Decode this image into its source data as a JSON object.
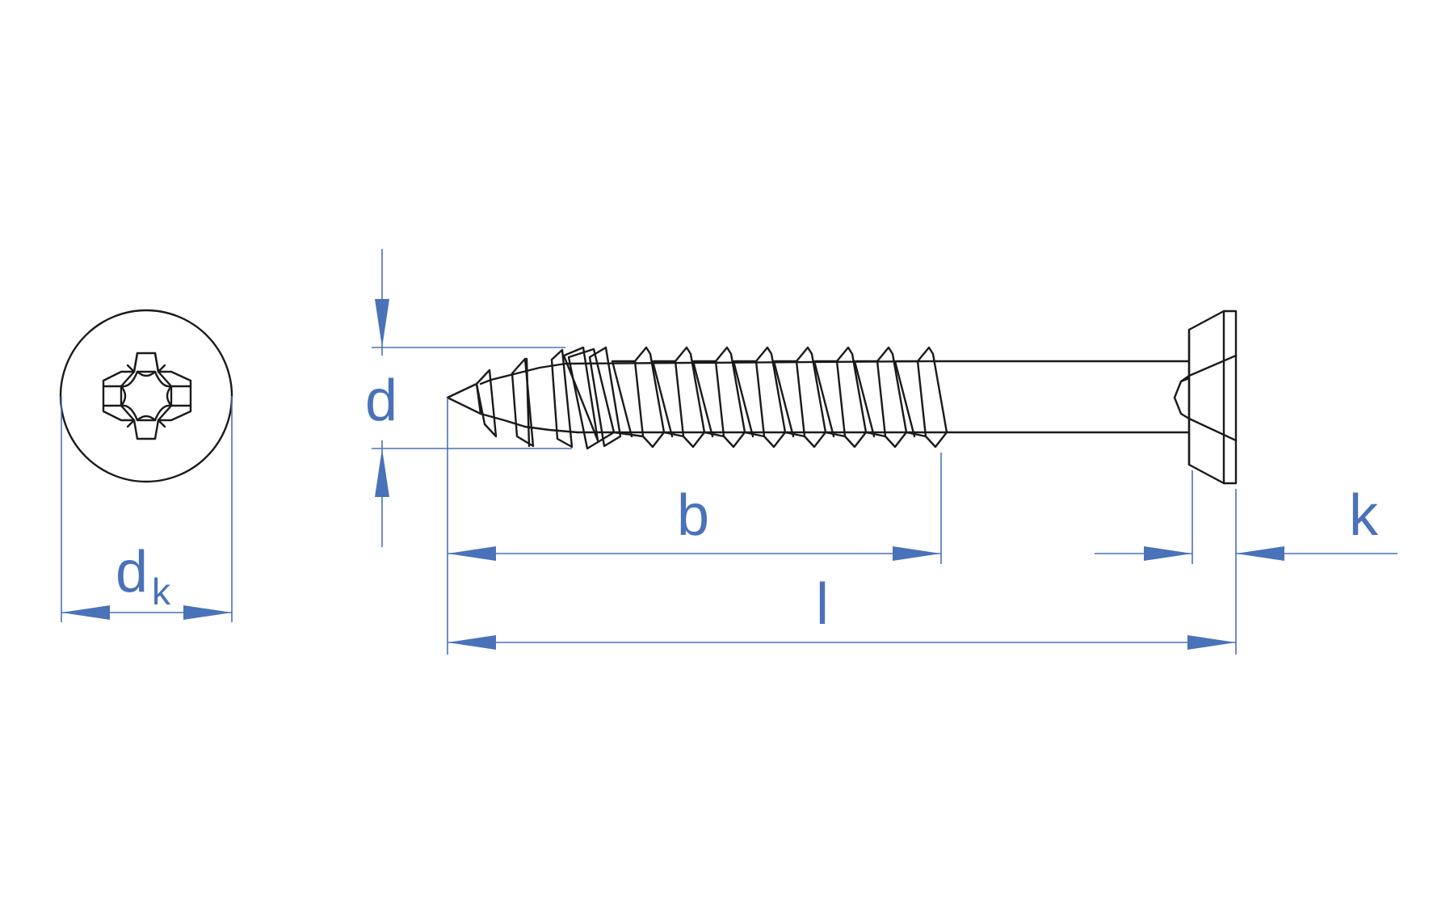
{
  "labels": {
    "dk_main": "d",
    "dk_sub": "k",
    "d": "d",
    "b": "b",
    "l": "l",
    "k": "k"
  },
  "colors": {
    "dimension": "#4a72b8",
    "outline": "#1a1a1a",
    "background": "#ffffff"
  },
  "icons": {
    "head_recess": "pozidriv-cross-icon"
  }
}
